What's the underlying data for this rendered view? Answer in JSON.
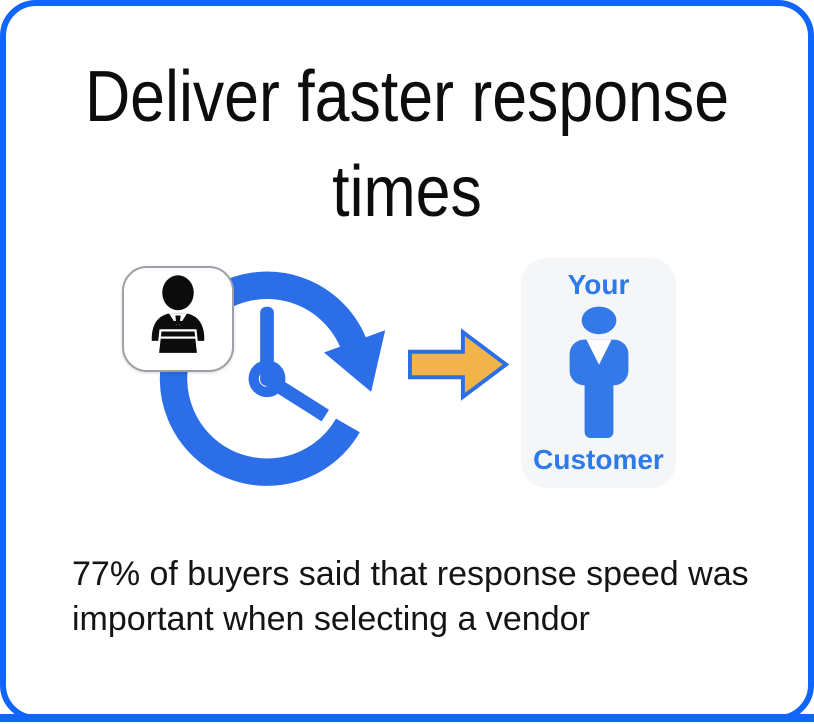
{
  "slide": {
    "title_lines": [
      "Deliver faster response",
      "times"
    ],
    "stat_lines": [
      "77% of buyers said that response speed was",
      "important when selecting a vendor"
    ],
    "customer_card": {
      "top_label": "Your",
      "bottom_label": "Customer"
    },
    "icons": {
      "agent": "businessperson-icon",
      "clock": "clock-history-icon",
      "arrow": "block-arrow-right-icon",
      "customer": "person-icon"
    },
    "colors": {
      "frame_blue": "#1065FB",
      "icon_blue": "#2C6EE8",
      "arrow_fill": "#F2B44A",
      "customer_figure_blue": "#3379E7",
      "customer_label_blue": "#2E7AE9",
      "card_background": "#F5F6F8",
      "badge_border_gray": "#9BA1A7",
      "text_black": "#0D0D0D"
    }
  }
}
